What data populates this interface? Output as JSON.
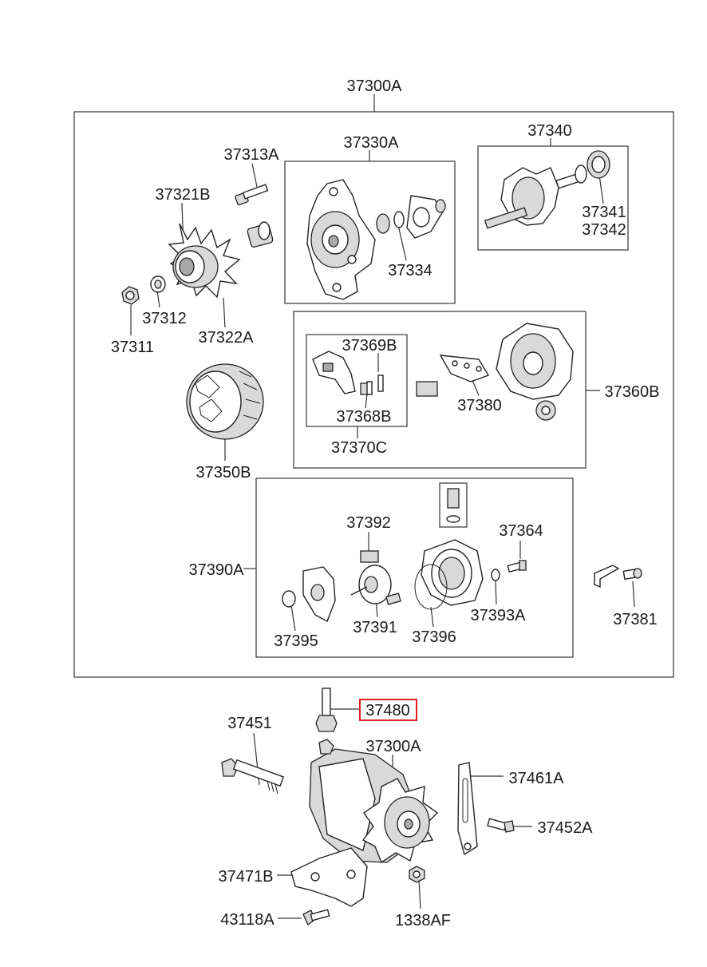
{
  "assembly": {
    "main_label": "37300A",
    "sub_groups": {
      "housing": "37330A",
      "rotor": "37340",
      "rear_cover": "37360B",
      "brush_holder": "37370C",
      "regulator_group": "37390A"
    }
  },
  "parts": {
    "p37313A": "37313A",
    "p37321B": "37321B",
    "p37312": "37312",
    "p37311": "37311",
    "p37322A": "37322A",
    "p37334": "37334",
    "p37341": "37341",
    "p37342": "37342",
    "p37369B": "37369B",
    "p37368B": "37368B",
    "p37380": "37380",
    "p37350B": "37350B",
    "p37392": "37392",
    "p37364": "37364",
    "p37391": "37391",
    "p37395": "37395",
    "p37396": "37396",
    "p37393A": "37393A",
    "p37381": "37381"
  },
  "installation": {
    "highlighted_part": "37480",
    "p37451": "37451",
    "p37300A": "37300A",
    "p37461A": "37461A",
    "p37452A": "37452A",
    "p37471B": "37471B",
    "p43118A": "43118A",
    "p1338AF": "1338AF"
  },
  "colors": {
    "highlight": "#e02020",
    "line": "#333333",
    "text": "#1a1a1a"
  }
}
